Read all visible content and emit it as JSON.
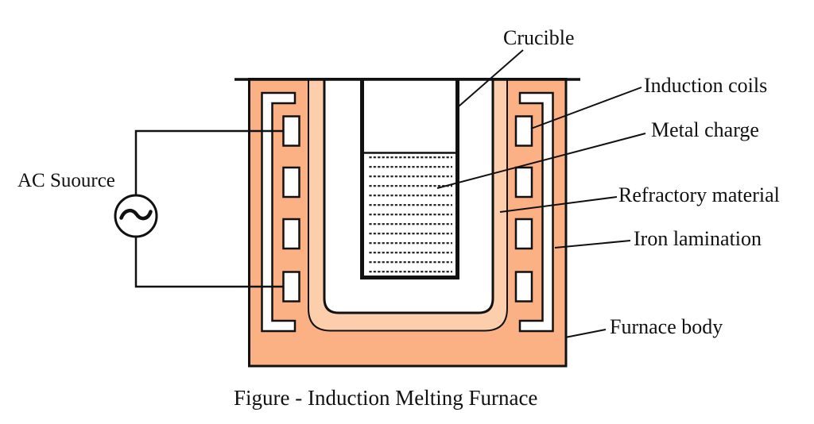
{
  "labels": {
    "crucible": "Crucible",
    "induction_coils": "Induction coils",
    "metal_charge": "Metal charge",
    "refractory_material": "Refractory material",
    "iron_lamination": "Iron lamination",
    "furnace_body": "Furnace body",
    "ac_source": "AC Suource"
  },
  "caption": "Figure - Induction Melting Furnace",
  "colors": {
    "furnace_body": "#fbb183",
    "refractory": "#fcceab",
    "line": "#111111",
    "background": "#ffffff",
    "charge_dots": "#2a2a2a"
  },
  "structure": {
    "coils_per_side": 4,
    "ac_symbol": "~",
    "charge_fill": "dotted-rows"
  }
}
